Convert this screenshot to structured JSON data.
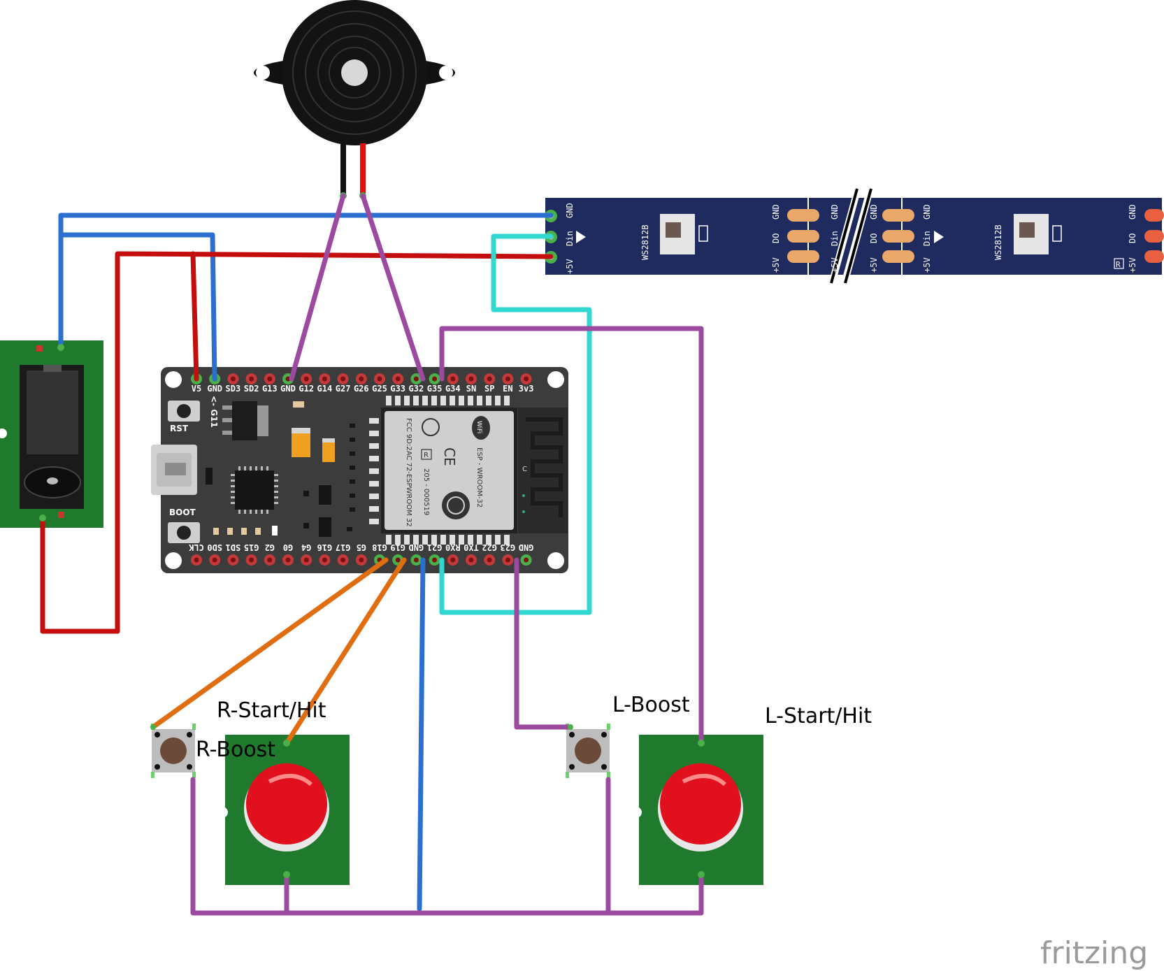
{
  "board": {
    "top_pins": [
      "V5",
      "GND",
      "SD3",
      "SD2",
      "G13",
      "GND",
      "G12",
      "G14",
      "G27",
      "G26",
      "G25",
      "G33",
      "G32",
      "G35",
      "G34",
      "SN",
      "SP",
      "EN",
      "3v3"
    ],
    "bottom_pins": [
      "CLK",
      "SD0",
      "SD1",
      "G15",
      "G2",
      "G0",
      "G4",
      "G16",
      "G17",
      "G5",
      "G18",
      "G19",
      "GND",
      "G21",
      "RX0",
      "TX0",
      "G22",
      "G23",
      "GND"
    ],
    "side_label": "<- G11",
    "rst_label": "RST",
    "boot_label": "BOOT",
    "module": {
      "line1": "ESP - WROOM-32",
      "line2": "205 - 000519",
      "line3": "FCC 9D:2AC 72-ESPWROOM 32",
      "ce": "CE",
      "r_mark": "R",
      "wifi_badge": "WiFi",
      "antenna_mark": "C"
    }
  },
  "strip": {
    "pins": [
      "GND",
      "Din",
      "+5V"
    ],
    "chip": "WS2812B",
    "pad_labels": [
      "GND",
      "DO",
      "+5V"
    ],
    "logo": "R"
  },
  "labels": {
    "r_start_hit": "R-Start/Hit",
    "r_boost": "R-Boost",
    "l_boost": "L-Boost",
    "l_start_hit": "L-Start/Hit"
  },
  "watermark": "fritzing",
  "colors": {
    "wire_blue": "#2b6fd1",
    "wire_red": "#c40d0d",
    "wire_purple": "#9b4a9f",
    "wire_cyan": "#30d8d0",
    "wire_orange": "#e06d10",
    "board": "#3c3c3c",
    "strip": "#1f2b5e",
    "pcb_green": "#1f7a2e",
    "button_red": "#e0101e"
  },
  "icons": [
    "buzzer-icon",
    "dc-jack-icon",
    "pushbutton-icon",
    "arcade-button-icon",
    "led-icon",
    "wifi-icon"
  ]
}
